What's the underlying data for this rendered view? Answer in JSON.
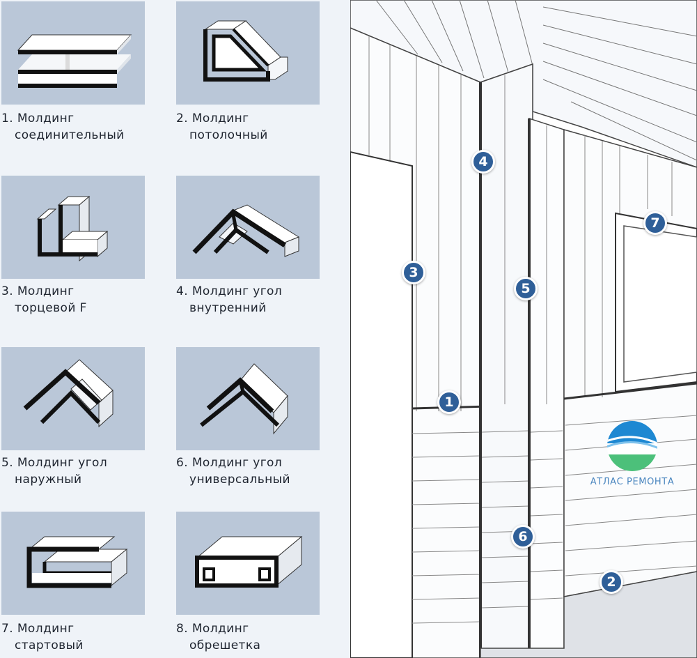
{
  "moldings": [
    {
      "number": "1.",
      "line1": "Молдинг",
      "line2": "соединительный"
    },
    {
      "number": "2.",
      "line1": "Молдинг",
      "line2": "потолочный"
    },
    {
      "number": "3.",
      "line1": "Молдинг",
      "line2": "торцевой F"
    },
    {
      "number": "4.",
      "line1": "Молдинг угол",
      "line2": "внутренний"
    },
    {
      "number": "5.",
      "line1": "Молдинг угол",
      "line2": "наружный"
    },
    {
      "number": "6.",
      "line1": "Молдинг угол",
      "line2": "универсальный"
    },
    {
      "number": "7.",
      "line1": "Молдинг",
      "line2": "стартовый"
    },
    {
      "number": "8.",
      "line1": "Молдинг",
      "line2": "обрешетка"
    }
  ],
  "badges": [
    "1",
    "2",
    "3",
    "4",
    "5",
    "6",
    "7"
  ],
  "logo": {
    "text": "АТЛАС РЕМОНТА",
    "colors": {
      "top": "#1e88d2",
      "bottom": "#4cc07a"
    }
  },
  "colors": {
    "tile": "#bac7d8",
    "badge": "#2f5f98",
    "background": "#eff3f8"
  }
}
